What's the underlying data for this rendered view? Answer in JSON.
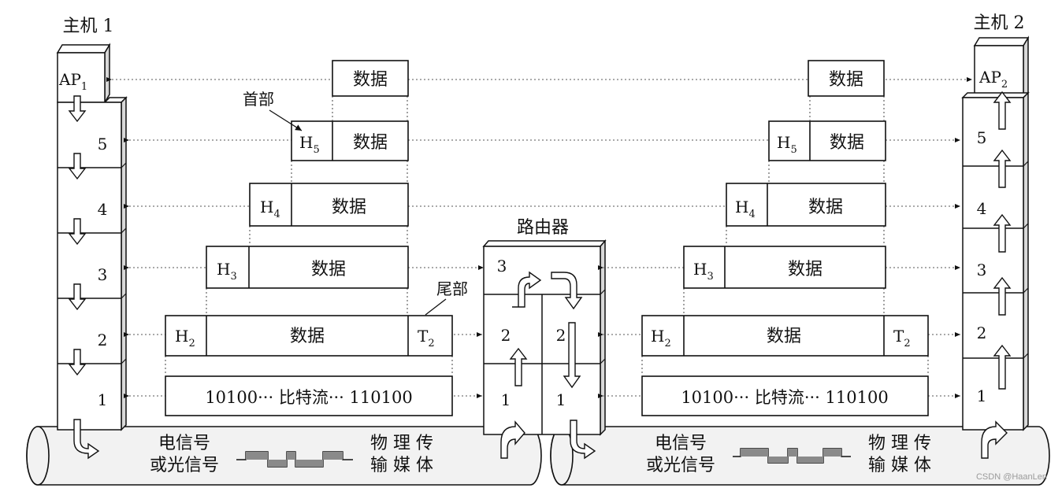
{
  "host1": {
    "title": "主机 1",
    "ap": "AP",
    "ap_sub": "1",
    "layers": [
      "5",
      "4",
      "3",
      "2",
      "1"
    ]
  },
  "host2": {
    "title": "主机 2",
    "ap": "AP",
    "ap_sub": "2",
    "layers": [
      "5",
      "4",
      "3",
      "2",
      "1"
    ]
  },
  "router": {
    "title": "路由器",
    "layers": [
      "3",
      "2",
      "1"
    ],
    "layers_right": [
      "2",
      "1"
    ]
  },
  "labels": {
    "header": "首部",
    "trailer": "尾部"
  },
  "pdu": {
    "data": "数据",
    "h5": "H",
    "h5_sub": "5",
    "h4": "H",
    "h4_sub": "4",
    "h3": "H",
    "h3_sub": "3",
    "h2": "H",
    "h2_sub": "2",
    "t2": "T",
    "t2_sub": "2",
    "bits": "10100··· 比特流··· 110100"
  },
  "medium": {
    "signal_line1": "电信号",
    "signal_line2": "或光信号",
    "media_line1": "物 理 传",
    "media_line2": "输 媒 体"
  },
  "watermark": "CSDN @HaanLen",
  "colors": {
    "ink": "#111111",
    "pipe": "#f2f2f2",
    "signal": "#8a8a8a"
  }
}
